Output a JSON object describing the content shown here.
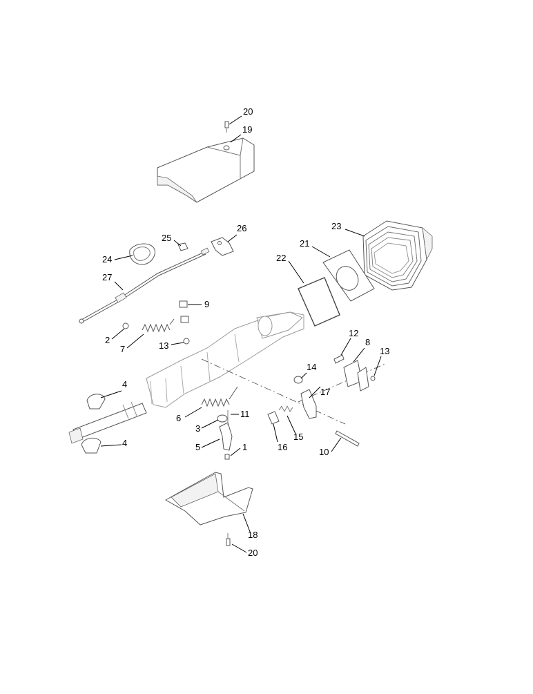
{
  "callouts": [
    {
      "id": "c20a",
      "text": "20"
    },
    {
      "id": "c19",
      "text": "19"
    },
    {
      "id": "c23",
      "text": "23"
    },
    {
      "id": "c26",
      "text": "26"
    },
    {
      "id": "c25",
      "text": "25"
    },
    {
      "id": "c21",
      "text": "21"
    },
    {
      "id": "c24",
      "text": "24"
    },
    {
      "id": "c22",
      "text": "22"
    },
    {
      "id": "c27",
      "text": "27"
    },
    {
      "id": "c9",
      "text": "9"
    },
    {
      "id": "c2",
      "text": "2"
    },
    {
      "id": "c7",
      "text": "7"
    },
    {
      "id": "c13a",
      "text": "13"
    },
    {
      "id": "c12",
      "text": "12"
    },
    {
      "id": "c8",
      "text": "8"
    },
    {
      "id": "c13b",
      "text": "13"
    },
    {
      "id": "c14",
      "text": "14"
    },
    {
      "id": "c17",
      "text": "17"
    },
    {
      "id": "c4a",
      "text": "4"
    },
    {
      "id": "c6",
      "text": "6"
    },
    {
      "id": "c11",
      "text": "11"
    },
    {
      "id": "c3",
      "text": "3"
    },
    {
      "id": "c15",
      "text": "15"
    },
    {
      "id": "c16",
      "text": "16"
    },
    {
      "id": "c5",
      "text": "5"
    },
    {
      "id": "c1",
      "text": "1"
    },
    {
      "id": "c4b",
      "text": "4"
    },
    {
      "id": "c10",
      "text": "10"
    },
    {
      "id": "c18",
      "text": "18"
    },
    {
      "id": "c20b",
      "text": "20"
    }
  ]
}
